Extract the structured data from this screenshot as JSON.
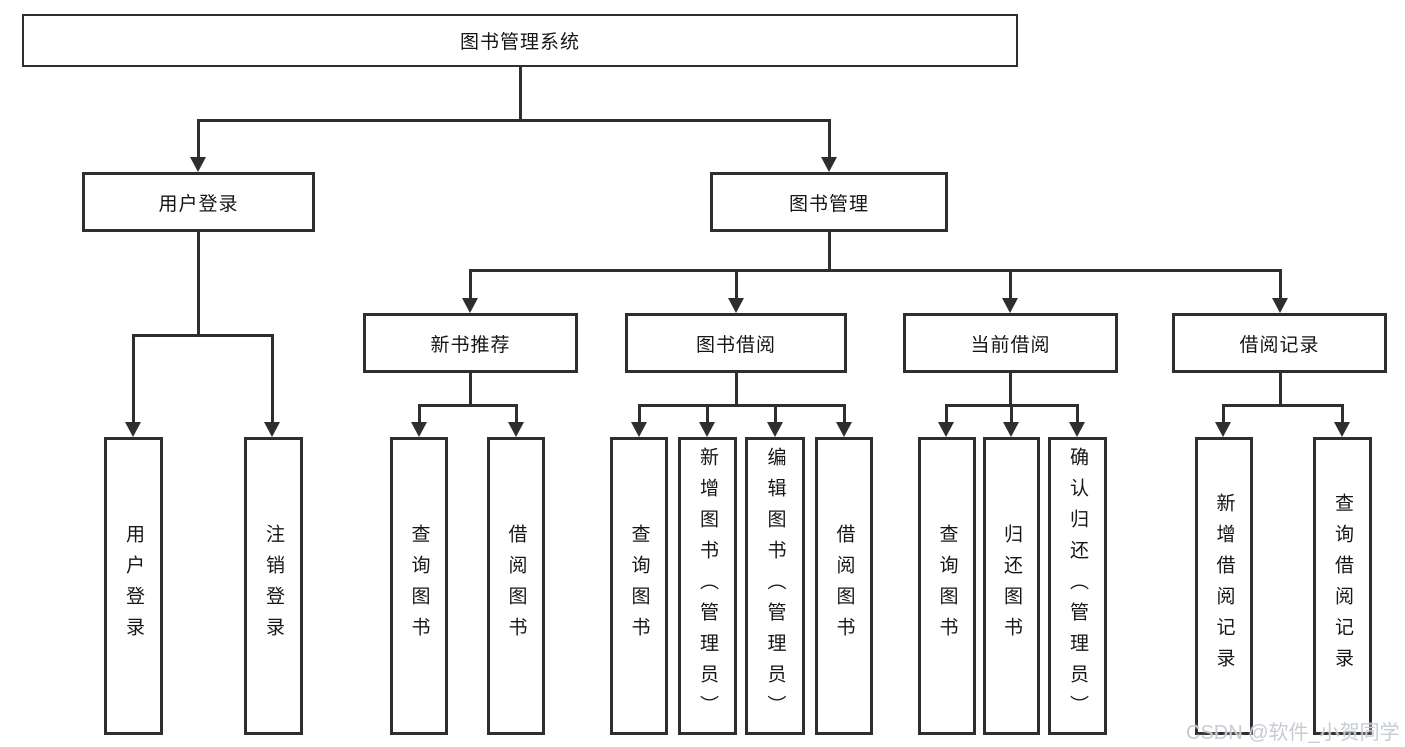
{
  "diagram": {
    "root": {
      "label": "图书管理系统"
    },
    "branches": [
      {
        "label": "用户登录",
        "children": [
          {
            "label": "用户登录"
          },
          {
            "label": "注销登录"
          }
        ]
      },
      {
        "label": "图书管理",
        "children": [
          {
            "label": "新书推荐",
            "children": [
              {
                "label": "查询图书"
              },
              {
                "label": "借阅图书"
              }
            ]
          },
          {
            "label": "图书借阅",
            "children": [
              {
                "label": "查询图书"
              },
              {
                "label": "新增图书（管理员）"
              },
              {
                "label": "编辑图书（管理员）"
              },
              {
                "label": "借阅图书"
              }
            ]
          },
          {
            "label": "当前借阅",
            "children": [
              {
                "label": "查询图书"
              },
              {
                "label": "归还图书"
              },
              {
                "label": "确认归还（管理员）"
              }
            ]
          },
          {
            "label": "借阅记录",
            "children": [
              {
                "label": "新增借阅记录"
              },
              {
                "label": "查询借阅记录"
              }
            ]
          }
        ]
      }
    ]
  },
  "watermark": {
    "text": "CSDN @软件_小贺同学"
  },
  "colors": {
    "line": "#2e2e2e",
    "text": "#161616",
    "background": "#ffffff",
    "watermark": "#c7ccd2"
  }
}
